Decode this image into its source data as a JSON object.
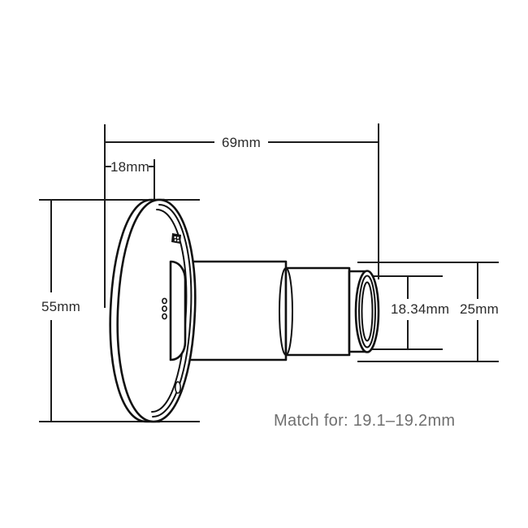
{
  "drawing": {
    "title": "Bottom bracket adapter dimension drawing",
    "background_color": "#ffffff",
    "line_color": "#111111",
    "dimension_text_color": "#2b2b2b",
    "note_text_color": "#6f6f6f"
  },
  "dimensions": {
    "overall_length": {
      "label": "69mm",
      "orientation": "horizontal",
      "position": "top"
    },
    "flange_thickness": {
      "label": "18mm",
      "orientation": "horizontal",
      "position": "top-left"
    },
    "flange_diameter": {
      "label": "55mm",
      "orientation": "vertical",
      "position": "left"
    },
    "bore_diameter": {
      "label": "18.34mm",
      "orientation": "vertical",
      "position": "right-inner"
    },
    "outer_diameter": {
      "label": "25mm",
      "orientation": "vertical",
      "position": "right-outer"
    }
  },
  "notes": {
    "match_note": "Match for: 19.1–19.2mm"
  },
  "part_details": {
    "logo_mark": "square-logo-mark",
    "vent_dots": "three-dot-detail",
    "slot": "oval-slot-detail"
  }
}
